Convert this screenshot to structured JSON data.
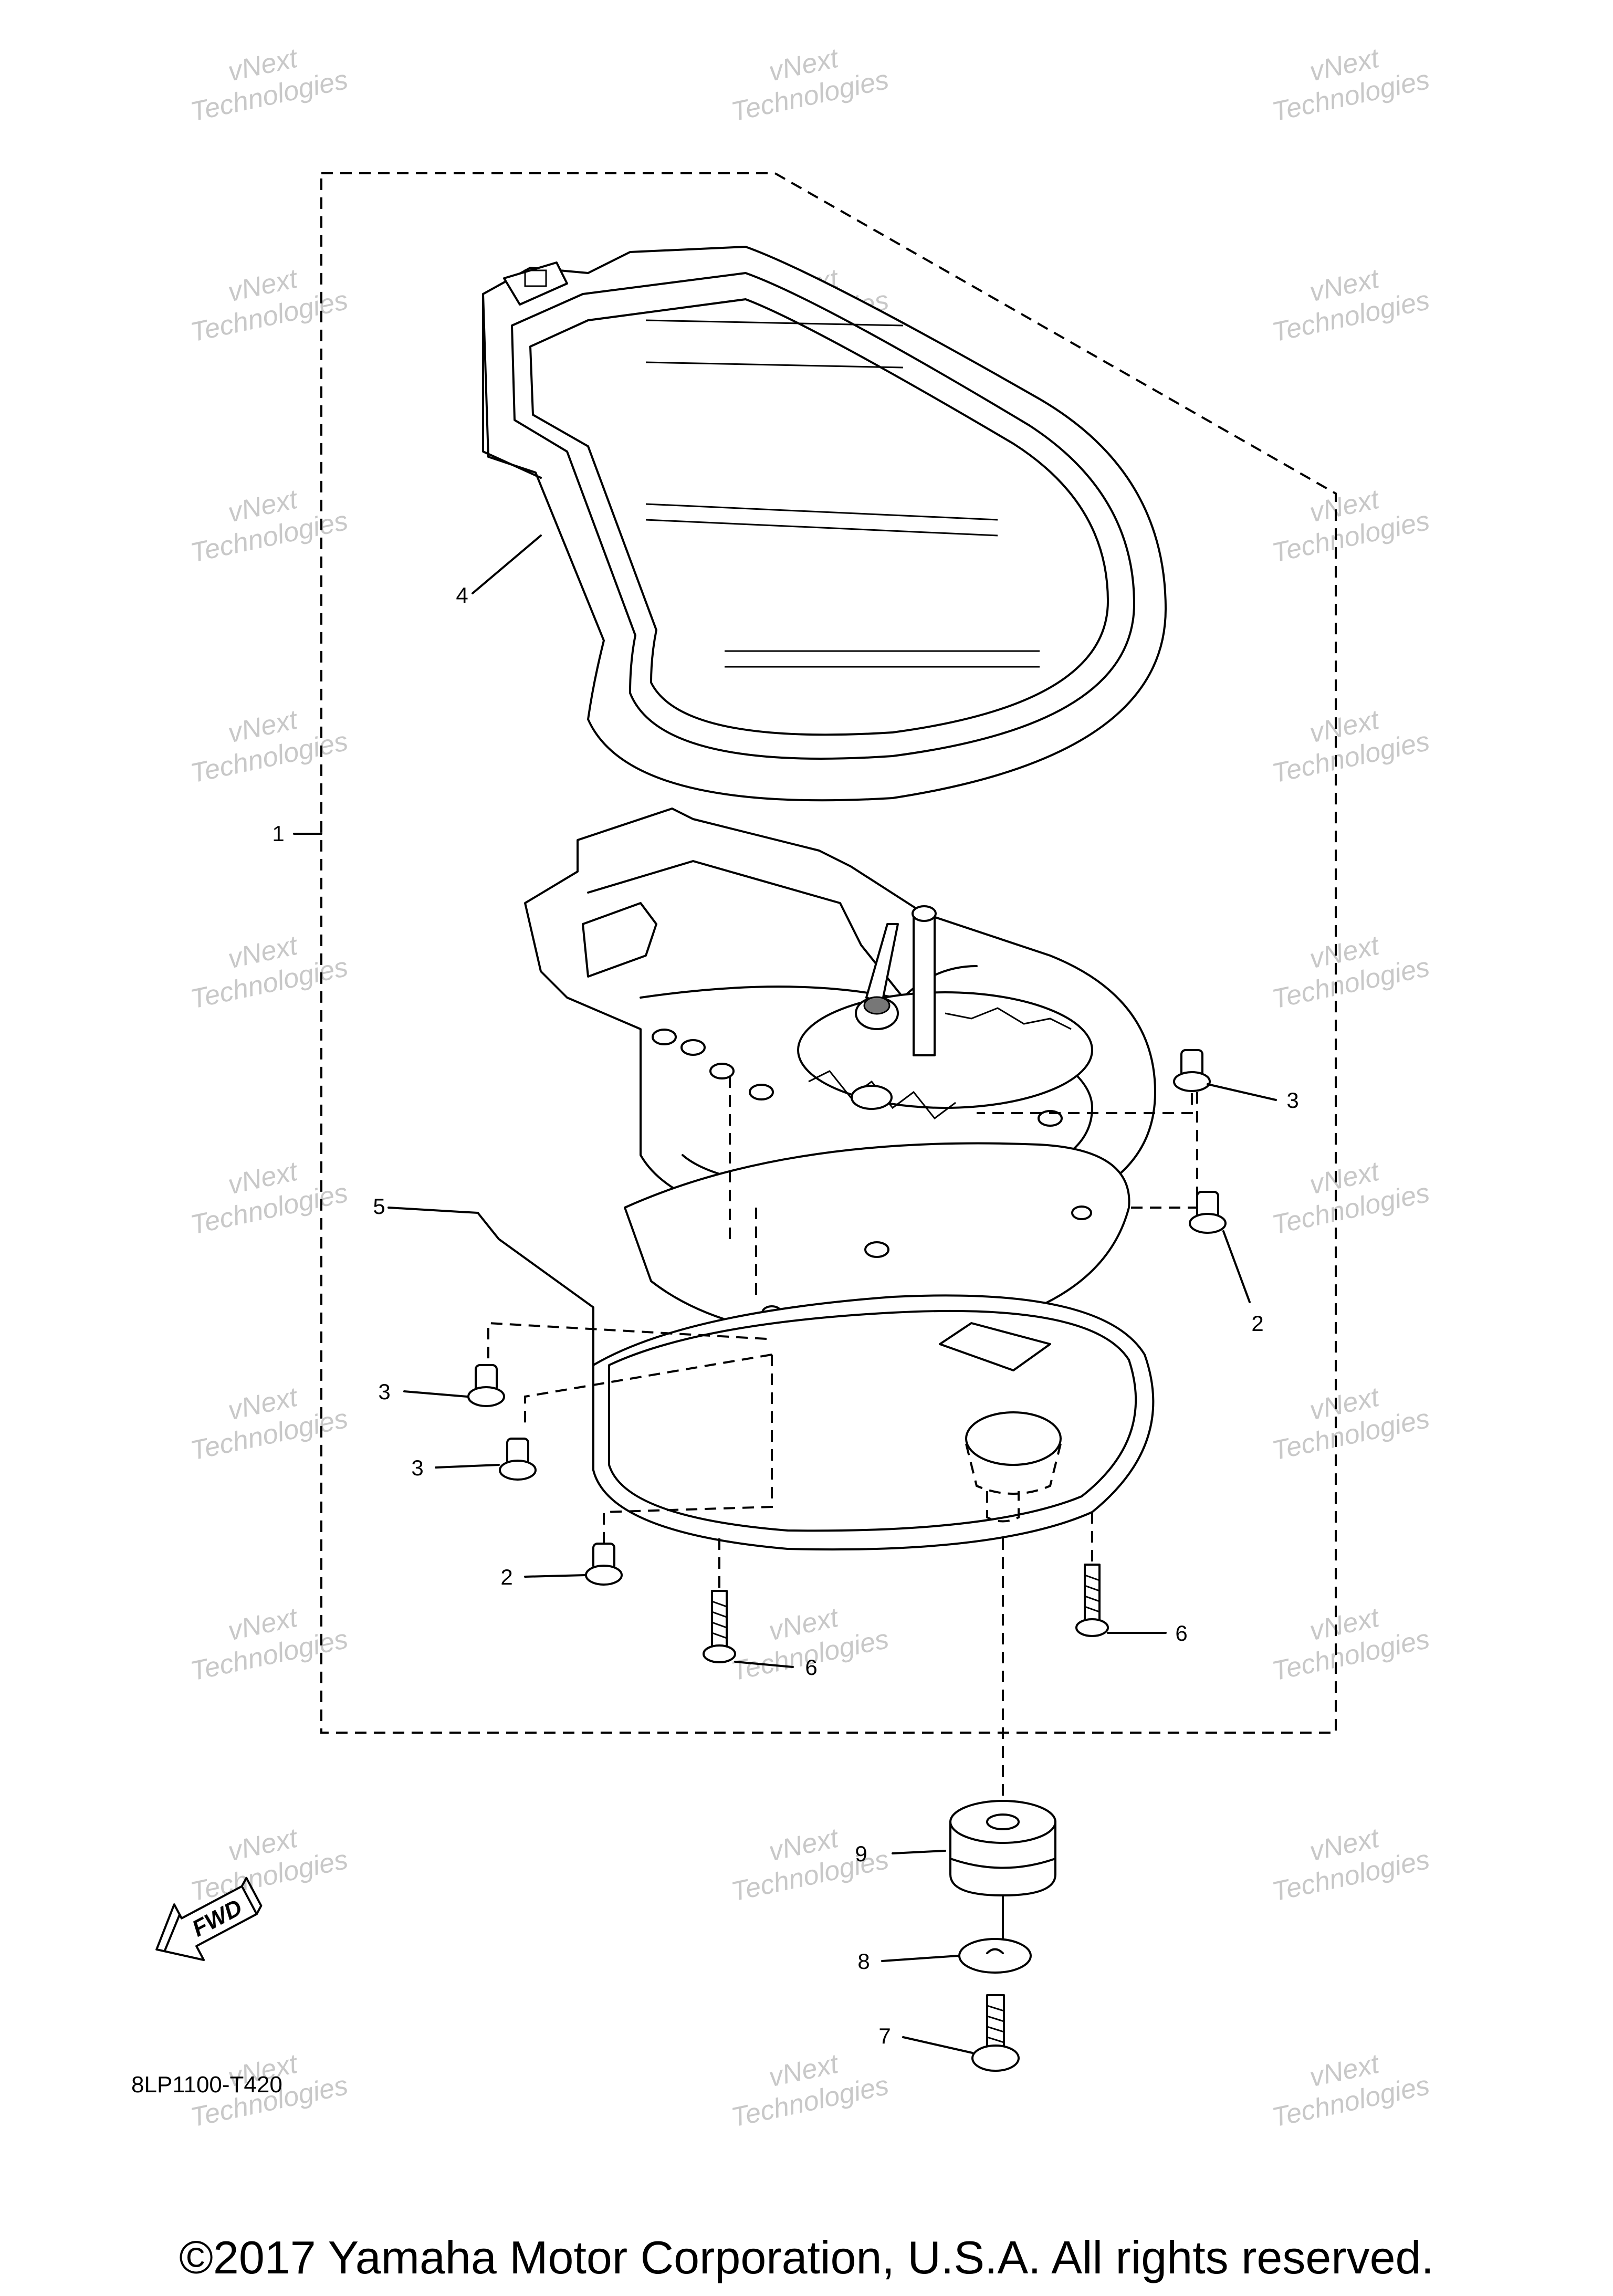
{
  "callouts": {
    "c1": "1",
    "c2a": "2",
    "c2b": "2",
    "c3a": "3",
    "c3b": "3",
    "c3c": "3",
    "c4": "4",
    "c5": "5",
    "c6a": "6",
    "c6b": "6",
    "c7": "7",
    "c8": "8",
    "c9": "9"
  },
  "diagram_code": "8LP1100-T420",
  "fwd_label": "FWD",
  "watermark": {
    "line1": "vNext",
    "line2": "Technologies"
  },
  "copyright": "©2017 Yamaha Motor Corporation, U.S.A. All rights reserved."
}
